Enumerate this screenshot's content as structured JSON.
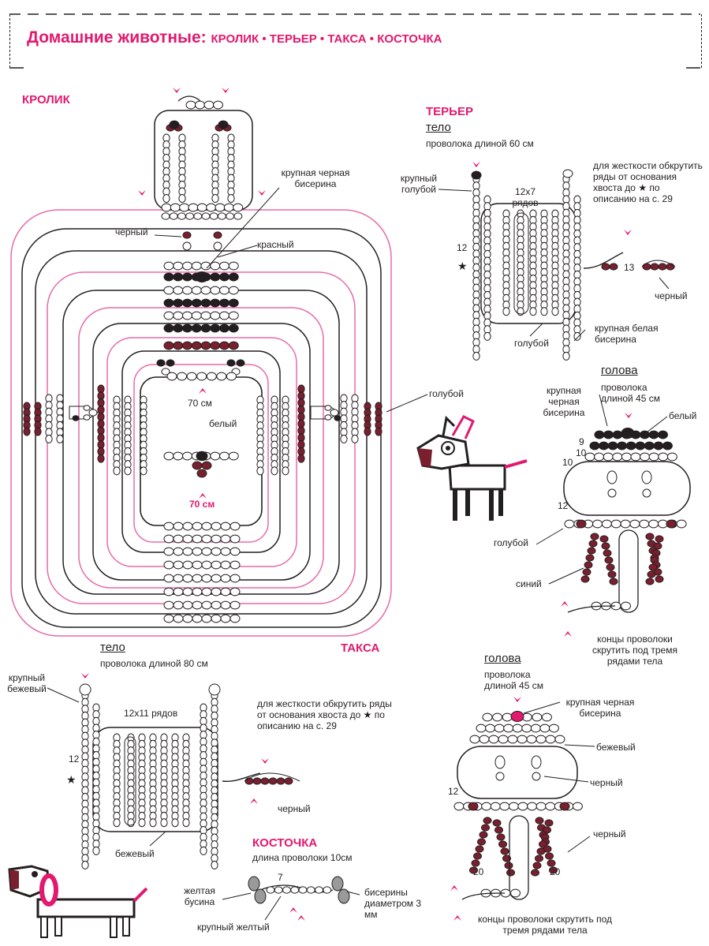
{
  "header": {
    "title": "Домашние животные:",
    "subtitle": "КРОЛИК • ТЕРЬЕР • ТАКСА • КОСТОЧКА"
  },
  "rabbit": {
    "title": "КРОЛИК",
    "label_large_black": "крупная черная бисерина",
    "label_black": "черный",
    "label_red": "красный",
    "label_70cm_black": "70 см",
    "label_white": "белый",
    "label_70cm_pink": "70 см",
    "label_blue": "голубой"
  },
  "terrier": {
    "title": "ТЕРЬЕР",
    "body_sub": "тело",
    "body_wire": "проволока длиной 60 см",
    "large_blue": "крупный голубой",
    "rows": "12х7 рядов",
    "stiffness": "для жесткости обкрутить ряды от основания хвоста до",
    "stiffness_tail": "по описанию на с. 29",
    "num_12": "12",
    "num_13": "13",
    "black": "черный",
    "blue": "голубой",
    "large_white": "крупная белая бисерина",
    "head_sub": "голова",
    "head_wire": "проволока длиной 45 см",
    "head_large_black": "крупная черная бисерина",
    "head_white": "белый",
    "num_9": "9",
    "num_10a": "10",
    "num_10b": "10",
    "num_12b": "12",
    "head_blue": "голубой",
    "head_dark_blue": "синий",
    "wire_ends": "концы проволоки скрутить под тремя рядами тела"
  },
  "dachshund": {
    "title": "ТАКСА",
    "body_sub": "тело",
    "body_wire": "проволока длиной 80 см",
    "large_beige": "крупный бежевый",
    "rows": "12х11 рядов",
    "stiffness": "для жесткости обкрутить ряды от основания хвоста до",
    "stiffness_tail": "по описанию на с. 29",
    "num_12": "12",
    "black": "черный",
    "beige": "бежевый",
    "head_sub": "голова",
    "head_wire": "проволока длиной 45 см",
    "head_large_black": "крупная черная бисерина",
    "head_beige": "бежевый",
    "head_black": "черный",
    "num_12b": "12",
    "head_black2": "черный",
    "num_20a": "20",
    "num_20b": "20",
    "wire_ends": "концы проволоки скрутить под тремя рядами тела"
  },
  "bone": {
    "title": "КОСТОЧКА",
    "wire": "длина проволоки 10см",
    "num_7": "7",
    "yellow_bead": "желтая бусина",
    "large_yellow": "крупный желтый",
    "beads_diam": "бисерины диаметром 3 мм"
  },
  "colors": {
    "pink": "#e2196e",
    "dark": "#231f20",
    "wire_pink": "#e86aa8",
    "bead_red": "#7a1f2e"
  }
}
